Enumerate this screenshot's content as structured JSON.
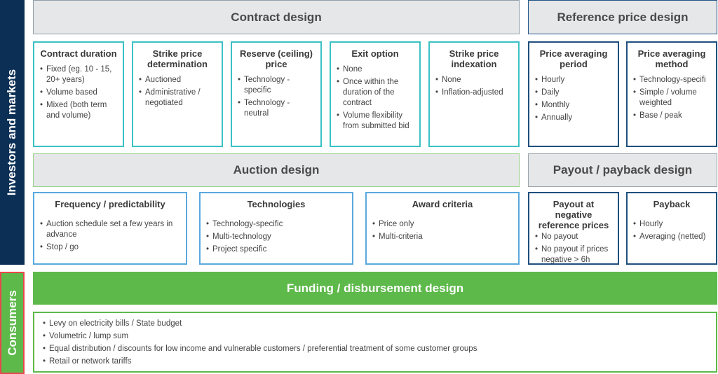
{
  "side_labels": {
    "investors": "Investors and markets",
    "consumers": "Consumers"
  },
  "headers": {
    "contract": "Contract design",
    "reference_price": "Reference price design",
    "auction": "Auction design",
    "payout": "Payout / payback design",
    "funding": "Funding / disbursement design"
  },
  "contract_cards": [
    {
      "title": "Contract duration",
      "items": [
        "Fixed (eg. 10 - 15, 20+ years)",
        "Volume based",
        "Mixed (both term and volume)"
      ]
    },
    {
      "title": "Strike price determination",
      "items": [
        "Auctioned",
        "Administrative / negotiated"
      ]
    },
    {
      "title": "Reserve (ceiling) price",
      "items": [
        "Technology - specific",
        "Technology - neutral"
      ]
    },
    {
      "title": "Exit option",
      "items": [
        "None",
        "Once within the duration of the contract",
        "Volume flexibility from submitted bid"
      ]
    },
    {
      "title": "Strike price indexation",
      "items": [
        "None",
        "Inflation-adjusted"
      ]
    }
  ],
  "reference_cards": [
    {
      "title": "Price averaging period",
      "items": [
        "Hourly",
        "Daily",
        "Monthly",
        "Annually"
      ]
    },
    {
      "title": "Price averaging method",
      "items": [
        "Technology-specifi",
        "Simple / volume weighted",
        "Base / peak"
      ]
    }
  ],
  "auction_cards": [
    {
      "title": "Frequency / predictability",
      "items": [
        "Auction schedule set a few years in advance",
        "Stop / go"
      ]
    },
    {
      "title": "Technologies",
      "items": [
        "Technology-specific",
        "Multi-technology",
        "Project specific"
      ]
    },
    {
      "title": "Award criteria",
      "items": [
        "Price only",
        "Multi-criteria"
      ]
    }
  ],
  "payout_cards": [
    {
      "title": "Payout at negative reference prices",
      "items": [
        "No payout",
        "No payout if prices negative > 6h"
      ]
    },
    {
      "title": "Payback",
      "items": [
        "Hourly",
        "Averaging (netted)"
      ]
    }
  ],
  "funding_items": [
    "Levy on electricity bills / State budget",
    "Volumetric / lump sum",
    "Equal distribution / discounts for low income and vulnerable customers / preferential treatment of some customer groups",
    "Retail or network tariffs"
  ],
  "colors": {
    "navy": "#0b2f55",
    "green": "#5db94a",
    "teal": "#3cc1c4",
    "light_blue": "#5aa9dd",
    "header_gray": "#e6e7e8"
  }
}
